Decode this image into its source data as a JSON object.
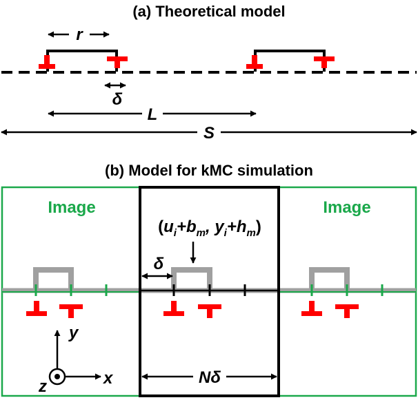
{
  "colors": {
    "dislocation": "#ff0000",
    "image_frame": "#1aa84a",
    "segment_gray": "#a0a0a0",
    "black": "#000000"
  },
  "panel_a": {
    "title": "(a) Theoretical model",
    "label_r": "r",
    "label_delta": "δ",
    "label_L": "L",
    "label_S": "S"
  },
  "panel_b": {
    "title": "(b) Model for kMC simulation",
    "image_left": "Image",
    "image_right": "Image",
    "coord_u": "u",
    "coord_i1": "i",
    "coord_plus_b": "+b",
    "coord_m1": "m",
    "coord_comma_y": ", y",
    "coord_i2": "i",
    "coord_plus_h": "+h",
    "coord_m2": "m",
    "label_delta": "δ",
    "label_Ndelta": "Nδ",
    "axis_y": "y",
    "axis_x": "x",
    "axis_z": "z"
  }
}
